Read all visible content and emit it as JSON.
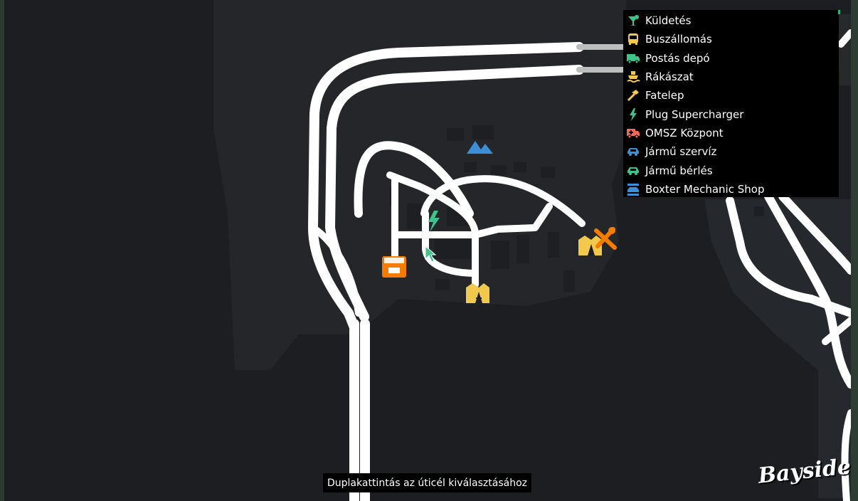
{
  "legend": {
    "items": [
      {
        "label": "Küldetés",
        "icon": "cocktail-icon",
        "color": "#3cc48a"
      },
      {
        "label": "Buszállomás",
        "icon": "bus-icon",
        "color": "#f2c94c"
      },
      {
        "label": "Postás depó",
        "icon": "truck-icon",
        "color": "#3cc48a"
      },
      {
        "label": "Rákászat",
        "icon": "ship-icon",
        "color": "#f2c94c"
      },
      {
        "label": "Fatelep",
        "icon": "hammer-icon",
        "color": "#f2c94c"
      },
      {
        "label": "Plug Supercharger",
        "icon": "lightning-icon",
        "color": "#3cc48a"
      },
      {
        "label": "OMSZ Központ",
        "icon": "ambulance-icon",
        "color": "#f2685a"
      },
      {
        "label": "Jármű szervíz",
        "icon": "car-icon",
        "color": "#3b8fd9"
      },
      {
        "label": "Jármű bérlés",
        "icon": "car-icon",
        "color": "#3cc48a"
      },
      {
        "label": "Boxter Mechanic Shop",
        "icon": "car-lift-icon",
        "color": "#3b8fd9"
      }
    ]
  },
  "map_markers": [
    {
      "name": "mountain-icon",
      "color": "#3b8fd9"
    },
    {
      "name": "lightning-icon",
      "color": "#3cc48a"
    },
    {
      "name": "shop-icon",
      "color": "#f57c00"
    },
    {
      "name": "barn-icon",
      "color": "#f2c94c"
    },
    {
      "name": "barn-icon",
      "color": "#f2c94c"
    },
    {
      "name": "wrench-icon",
      "color": "#f57c00"
    }
  ],
  "tooltip": {
    "text": "Duplakattintás az úticél kiválasztásához"
  },
  "logo": {
    "text": "Bayside"
  },
  "colors": {
    "map_bg": "#1c1e22",
    "land": "#25272b",
    "road": "#ffffff",
    "legend_bg": "#000000"
  }
}
